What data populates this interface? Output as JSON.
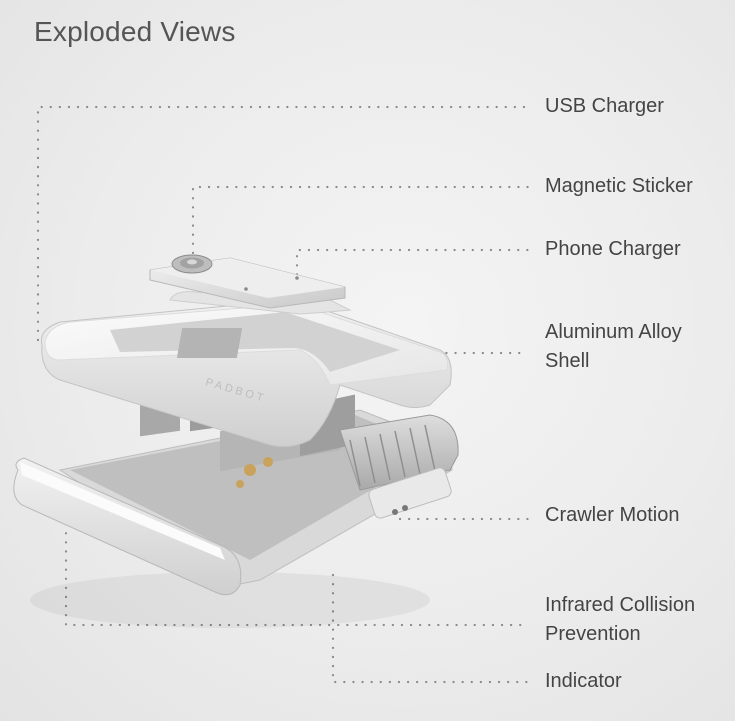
{
  "title": "Exploded Views",
  "labels": {
    "usb_charger": "USB Charger",
    "magnetic_sticker": "Magnetic Sticker",
    "phone_charger": "Phone Charger",
    "aluminum_shell_line1": "Aluminum Alloy",
    "aluminum_shell_line2": "Shell",
    "crawler_motion": "Crawler Motion",
    "infrared_line1": "Infrared Collision",
    "infrared_line2": "Prevention",
    "indicator": "Indicator"
  },
  "brand_mark": "PADBOT",
  "colors": {
    "leader": "#8a8a8a",
    "text": "#444444",
    "shell": "#f7f7f7",
    "shell_shadow": "#d4d4d4",
    "chassis": "#cfcfcf"
  }
}
